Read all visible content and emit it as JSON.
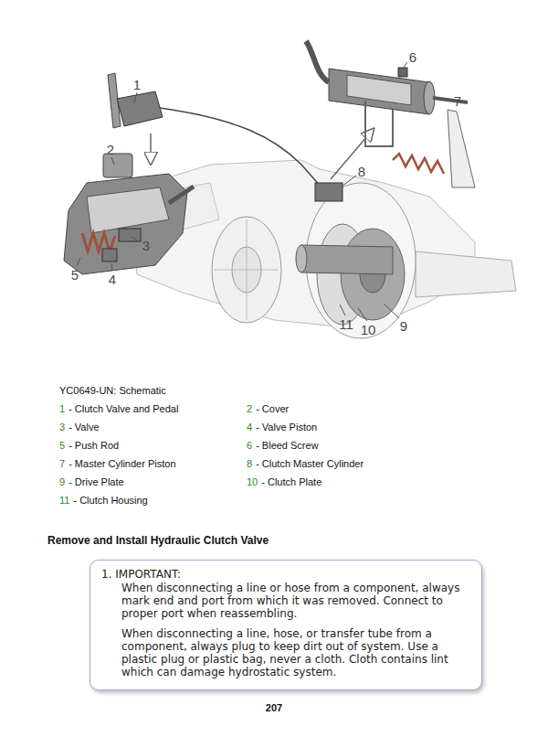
{
  "diagram": {
    "title": "Remove and Install Hydraulic Clutch Valve",
    "caption": "YC0649-UN: Schematic",
    "nodes": [
      {
        "text": [
          "1. IMPORTANT:",
          "When disconnecting a line or hose from a component, always mark end and port from which it was removed. Connect to proper port when reassembling.",
          "When disconnecting a line, hose, or transfer tube from a component, always plug to keep dirt out of system. Use a plastic plug or plastic bag, never a cloth. Cloth contains lint which can damage hydrostatic system."
        ]
      }
    ],
    "labels": [
      "1",
      "2",
      "3",
      "4",
      "5",
      "6",
      "7",
      "8",
      "9",
      "10",
      "11",
      "1",
      "- Clutch Valve and Pedal",
      "2",
      "- Cover",
      "3",
      "- Valve",
      "4",
      "- Valve Piston",
      "5",
      "- Push Rod",
      "6",
      "- Bleed Screw",
      "7",
      "- Master Cylinder Piston",
      "8",
      "- Clutch Master Cylinder",
      "9",
      "- Drive Plate",
      "10",
      "- Clutch Plate",
      "11",
      "- Clutch Housing",
      "207"
    ]
  }
}
